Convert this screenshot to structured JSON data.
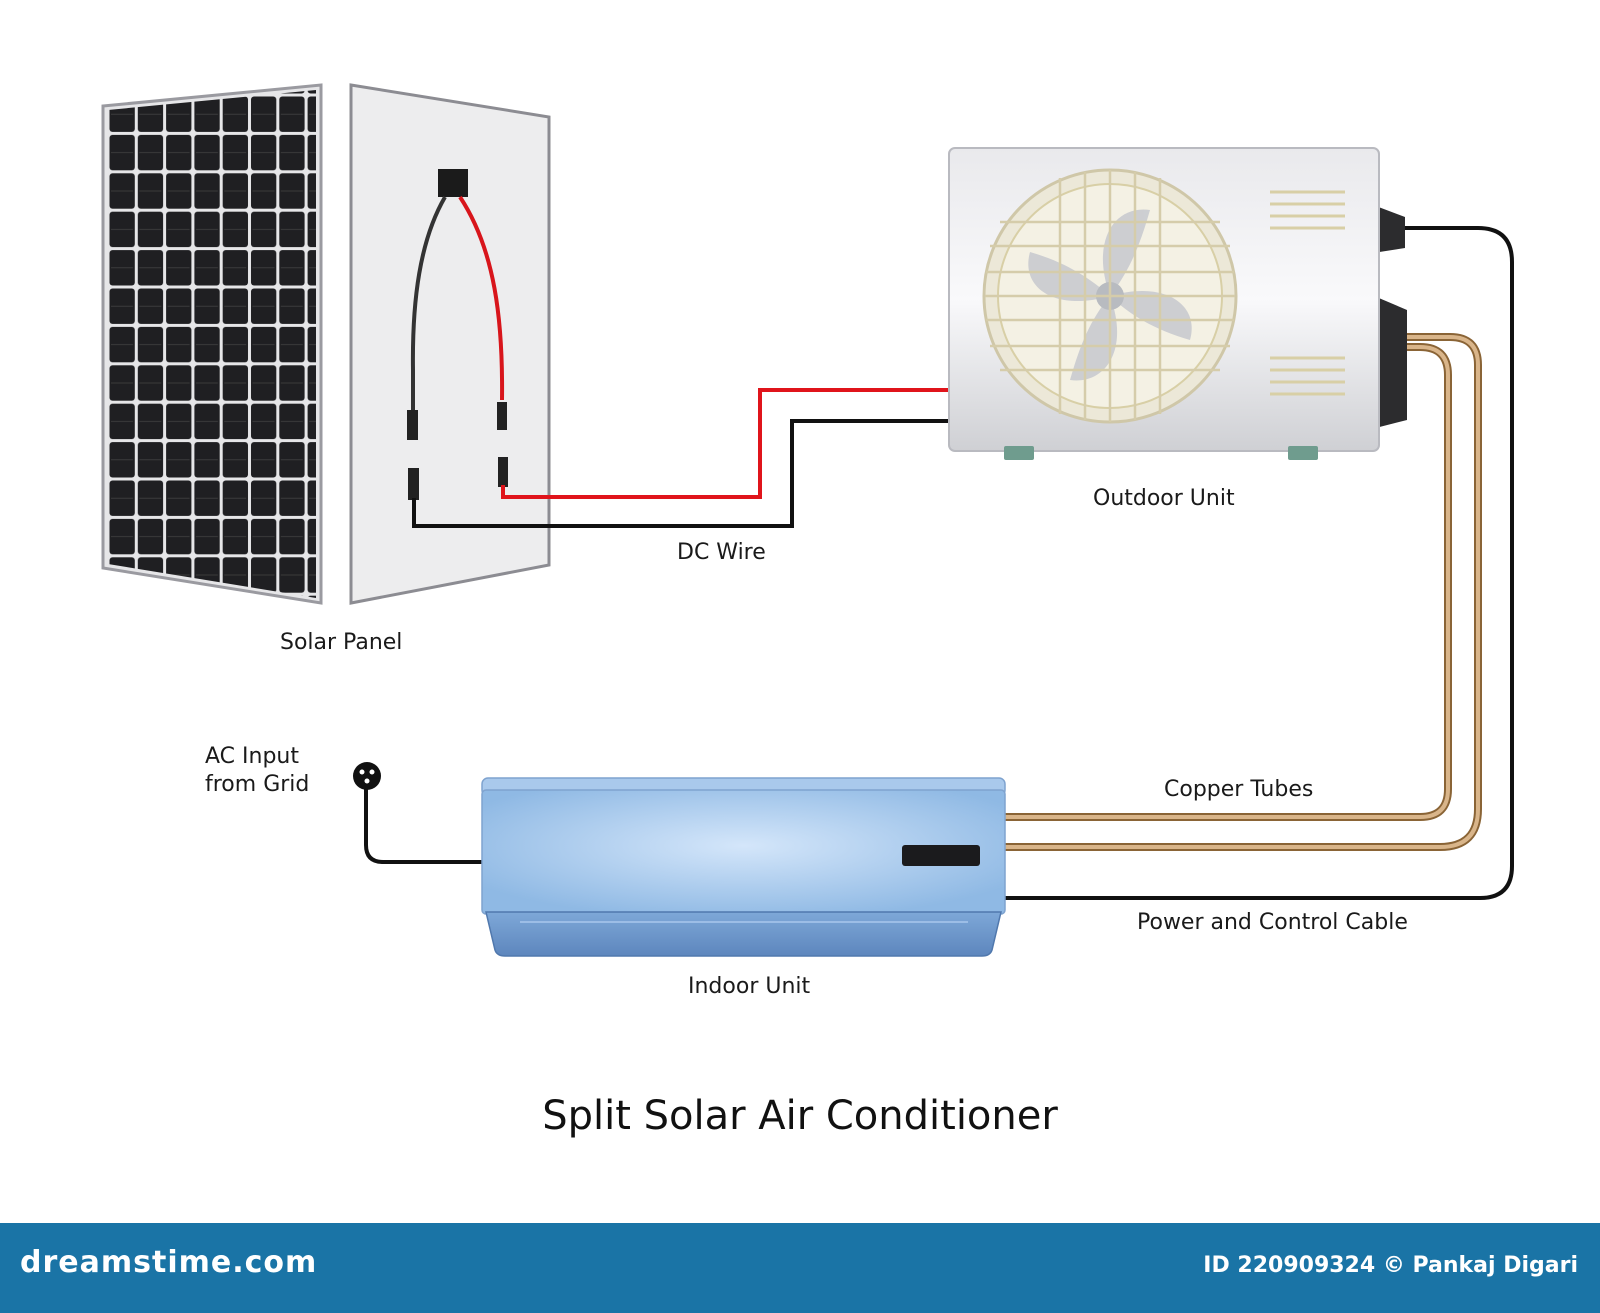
{
  "title": "Split Solar Air Conditioner",
  "labels": {
    "solar_panel": "Solar Panel",
    "dc_wire": "DC Wire",
    "outdoor_unit": "Outdoor Unit",
    "ac_input_line1": "AC Input",
    "ac_input_line2": "from Grid",
    "copper_tubes": "Copper Tubes",
    "power_control_cable": "Power and Control Cable",
    "indoor_unit": "Indoor Unit"
  },
  "footer": {
    "brand": "dreamstime.com",
    "credit": "ID 220909324 © Pankaj Digari"
  },
  "colors": {
    "positive_wire": "#e0141b",
    "negative_wire": "#111111",
    "copper": "#b5895a",
    "indoor_unit": "#9cc3ea",
    "footer": "#1a74a6"
  }
}
